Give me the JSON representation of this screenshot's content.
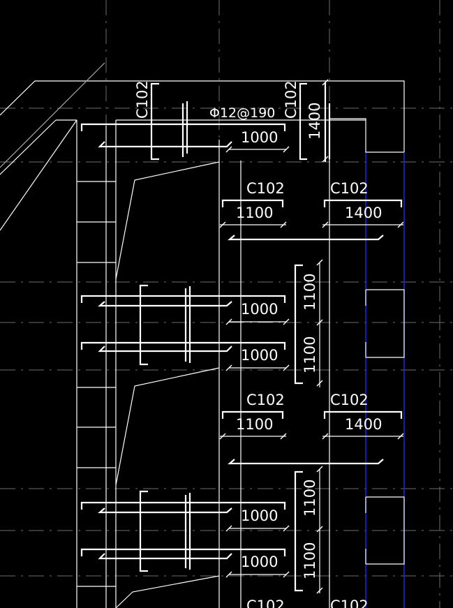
{
  "colors": {
    "background": "#000000",
    "line": "#ffffff",
    "grid": "#6e6e6e",
    "accent_line": "#1a2bd6"
  },
  "labels": {
    "c102": "C102",
    "rebar_spec": "Φ12@190",
    "dim_1000": "1000",
    "dim_1100": "1100",
    "dim_1400": "1400"
  }
}
